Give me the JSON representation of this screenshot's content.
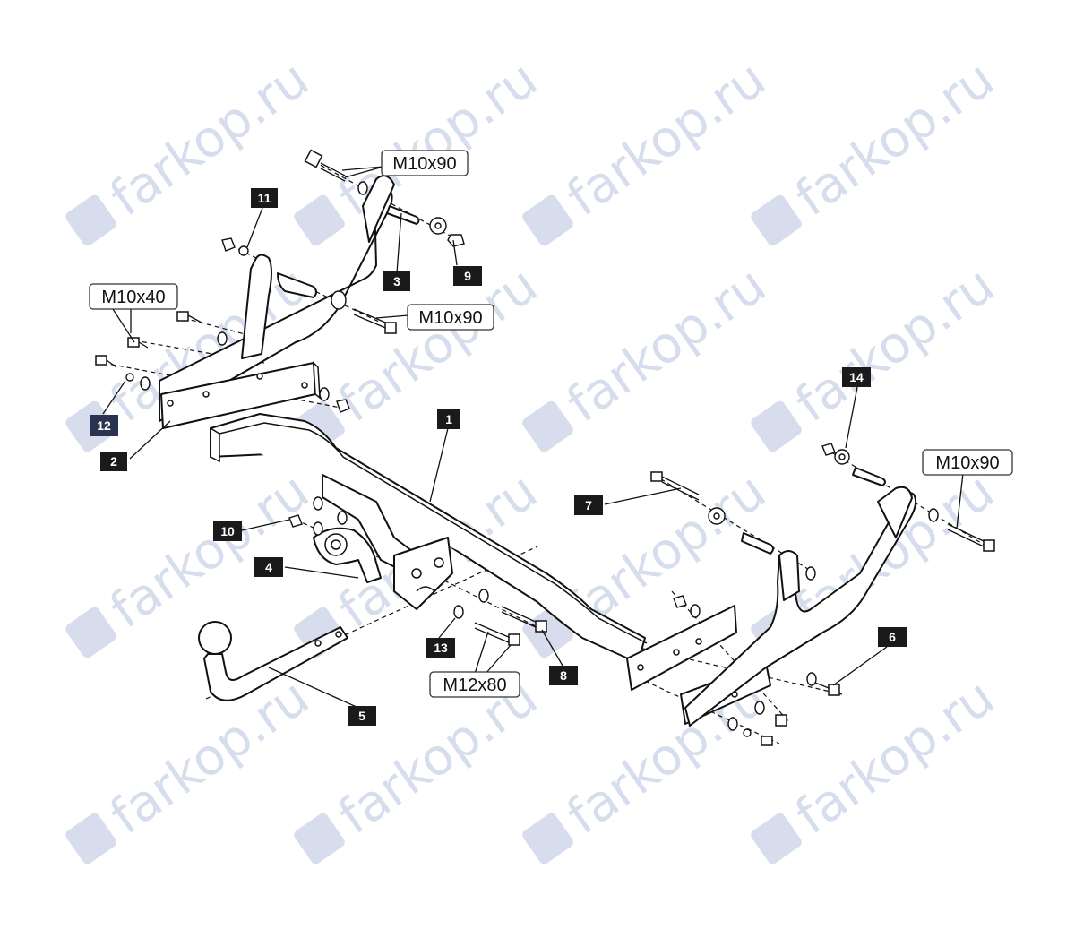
{
  "watermark": {
    "text": "farkop.ru",
    "color": "#c9d2e6"
  },
  "callouts": [
    "1",
    "2",
    "3",
    "4",
    "5",
    "6",
    "7",
    "8",
    "9",
    "10",
    "11",
    "12",
    "13",
    "14"
  ],
  "specs": {
    "bolt_top": "M10x90",
    "bolt_mid": "M10x90",
    "bolt_left": "M10x40",
    "bolt_right": "M10x90",
    "bolt_bottom": "M12x80"
  }
}
